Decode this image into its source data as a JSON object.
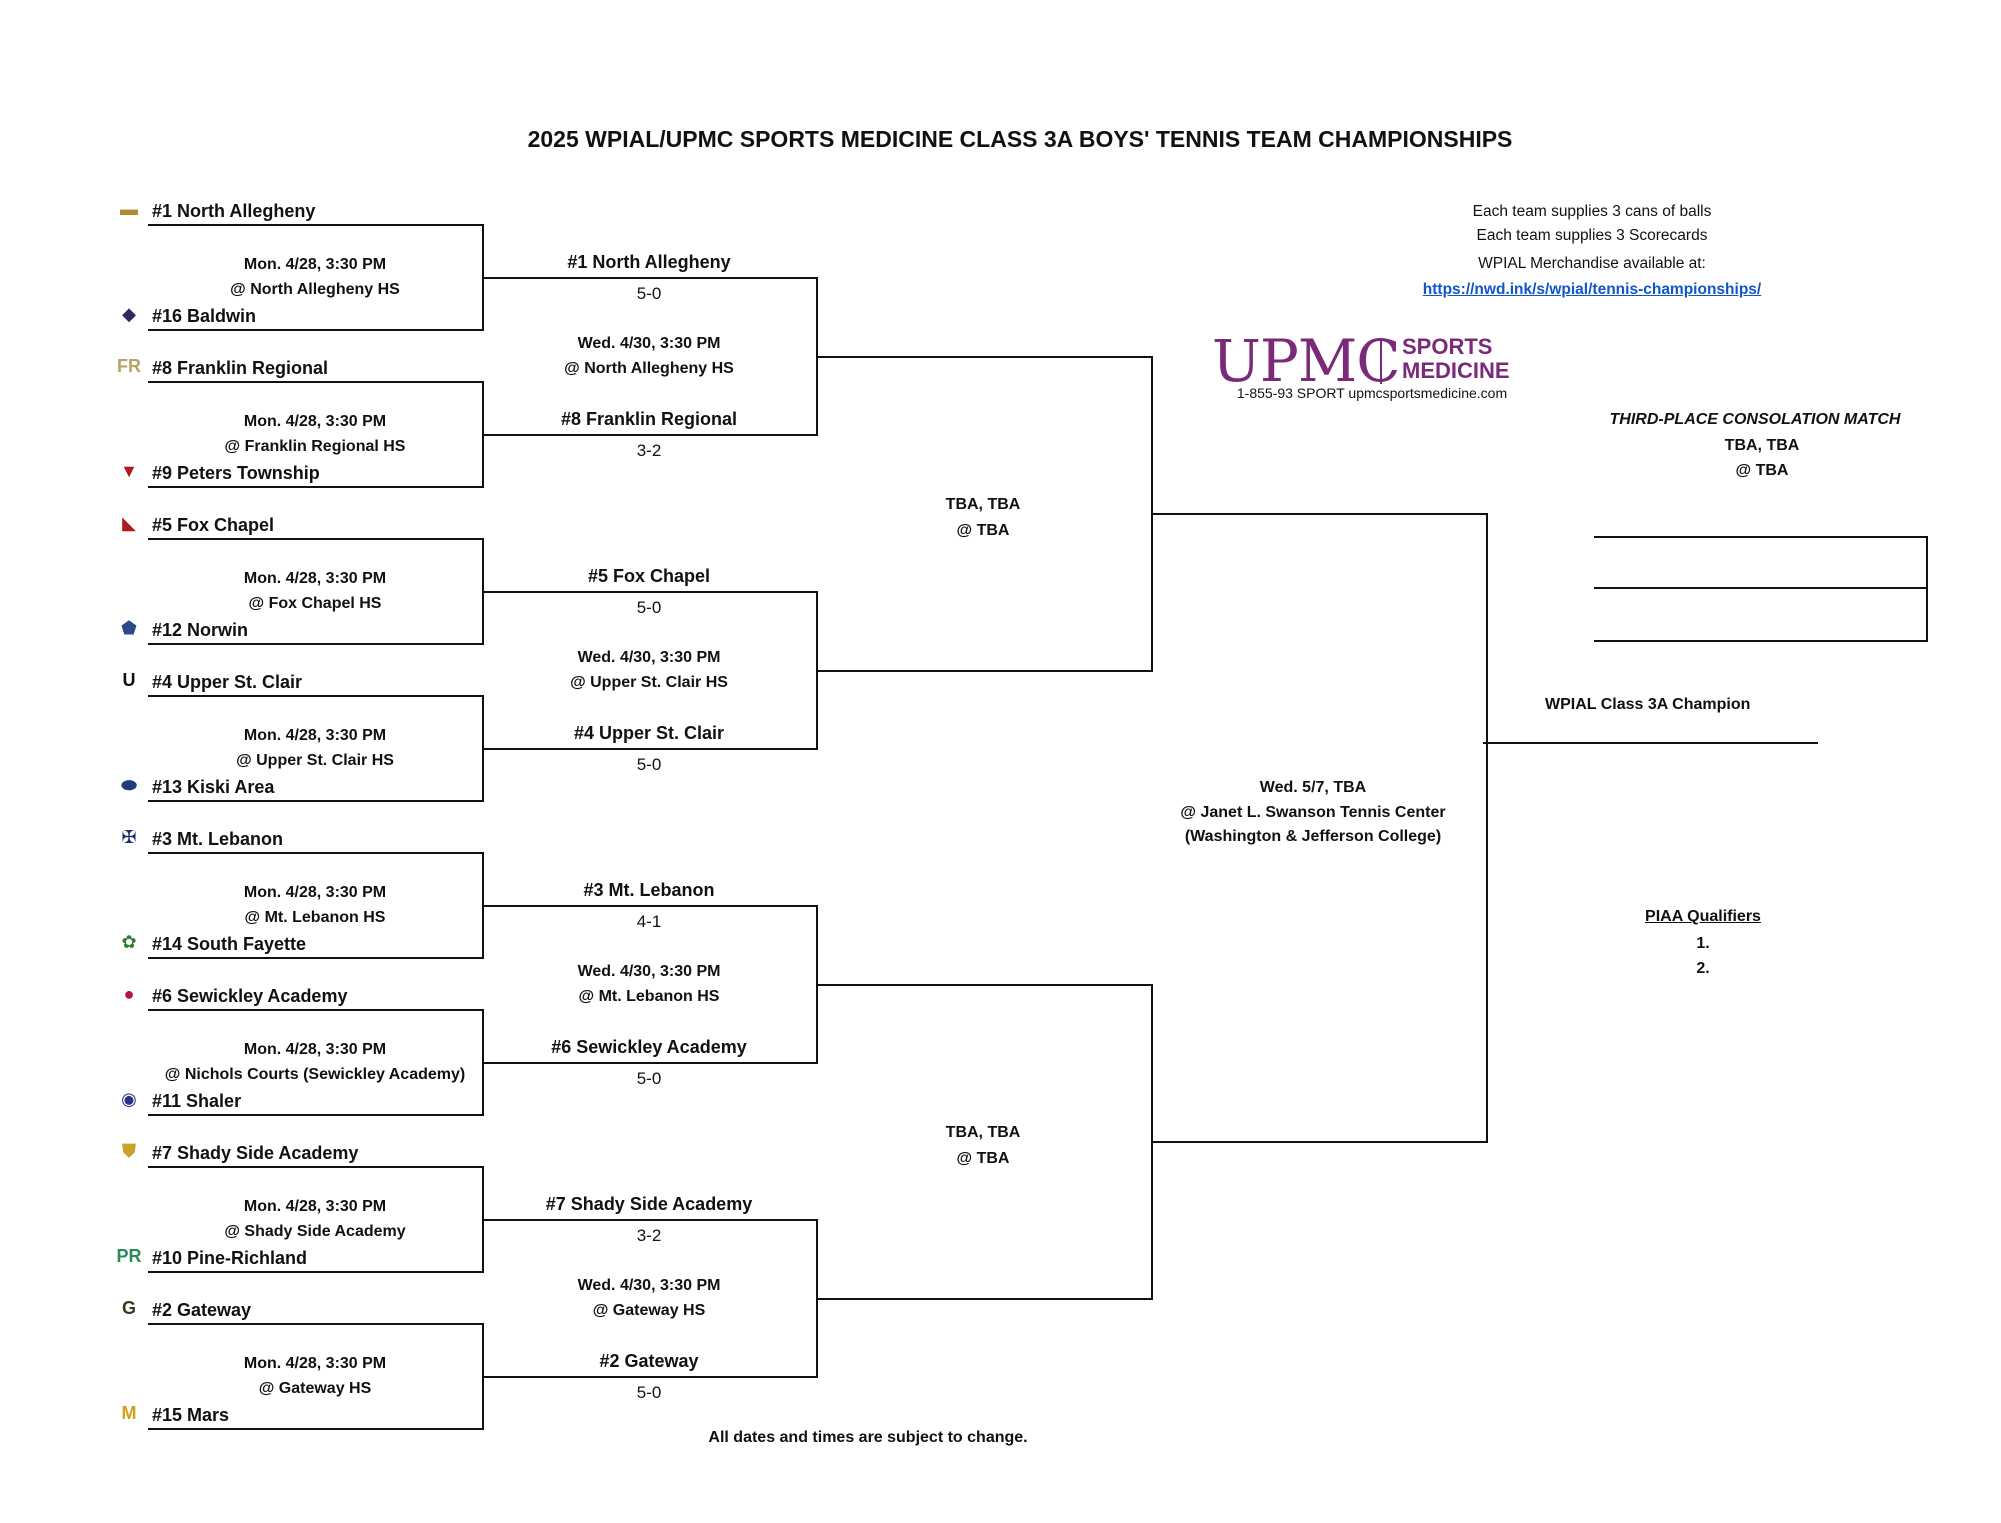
{
  "title": "2025 WPIAL/UPMC SPORTS MEDICINE CLASS 3A BOYS' TENNIS TEAM CHAMPIONSHIPS",
  "info": {
    "line1": "Each team supplies 3 cans of balls",
    "line2": "Each team supplies 3 Scorecards",
    "line3": "WPIAL Merchandise available at:",
    "link": "https://nwd.ink/s/wpial/tennis-championships/"
  },
  "sponsor": {
    "wordmark": "UPMC",
    "word1": "SPORTS",
    "word2": "MEDICINE",
    "contact": "1-855-93 SPORT upmcsportsmedicine.com",
    "color": "#7a2a79"
  },
  "first_round": {
    "teams": [
      "#1 North Allegheny",
      "#16 Baldwin",
      "#8 Franklin Regional",
      "#9 Peters Township",
      "#5 Fox Chapel",
      "#12 Norwin",
      "#4 Upper St. Clair",
      "#13 Kiski Area",
      "#3 Mt. Lebanon",
      "#14 South Fayette",
      "#6 Sewickley Academy",
      "#11 Shaler",
      "#7 Shady Side Academy",
      "#10 Pine-Richland",
      "#2 Gateway",
      "#15 Mars"
    ],
    "logos": [
      "north-allegheny-logo",
      "baldwin-logo",
      "franklin-regional-logo",
      "peters-township-logo",
      "fox-chapel-logo",
      "norwin-logo",
      "upper-st-clair-logo",
      "kiski-area-logo",
      "mt-lebanon-logo",
      "south-fayette-logo",
      "sewickley-academy-logo",
      "shaler-logo",
      "shady-side-academy-logo",
      "pine-richland-logo",
      "gateway-logo",
      "mars-logo"
    ],
    "logo_glyphs": [
      "▬",
      "◆",
      "FR",
      "▼",
      "◣",
      "⬟",
      "U",
      "⬬",
      "✠",
      "✿",
      "●",
      "◉",
      "⛊",
      "PR",
      "G",
      "M"
    ],
    "logo_colors": [
      "#b08a2e",
      "#2b2b5e",
      "#b5a46a",
      "#b0171f",
      "#b0171f",
      "#2a4a8a",
      "#111111",
      "#1f3d7a",
      "#1c2f6b",
      "#2e7d32",
      "#b0173a",
      "#2b2f8a",
      "#c9a227",
      "#2e8b57",
      "#3a3a1a",
      "#d4a017"
    ],
    "games": [
      {
        "date": "Mon. 4/28, 3:30 PM",
        "site": "@ North Allegheny HS"
      },
      {
        "date": "Mon. 4/28, 3:30 PM",
        "site": "@ Franklin Regional HS"
      },
      {
        "date": "Mon. 4/28, 3:30 PM",
        "site": "@ Fox Chapel HS"
      },
      {
        "date": "Mon. 4/28, 3:30 PM",
        "site": "@ Upper St. Clair HS"
      },
      {
        "date": "Mon. 4/28, 3:30 PM",
        "site": "@ Mt. Lebanon HS"
      },
      {
        "date": "Mon. 4/28, 3:30 PM",
        "site": "@ Nichols Courts (Sewickley Academy)"
      },
      {
        "date": "Mon. 4/28, 3:30 PM",
        "site": "@ Shady Side Academy"
      },
      {
        "date": "Mon. 4/28, 3:30 PM",
        "site": "@ Gateway HS"
      }
    ]
  },
  "quarterfinals": {
    "winners": [
      "#1 North Allegheny",
      "#8 Franklin Regional",
      "#5 Fox Chapel",
      "#4 Upper St. Clair",
      "#3 Mt. Lebanon",
      "#6 Sewickley Academy",
      "#7 Shady Side Academy",
      "#2 Gateway"
    ],
    "scores": [
      "5-0",
      "3-2",
      "5-0",
      "5-0",
      "4-1",
      "5-0",
      "3-2",
      "5-0"
    ],
    "games": [
      {
        "date": "Wed. 4/30, 3:30 PM",
        "site": "@ North Allegheny HS"
      },
      {
        "date": "Wed. 4/30, 3:30 PM",
        "site": "@ Upper St. Clair HS"
      },
      {
        "date": "Wed. 4/30, 3:30 PM",
        "site": "@ Mt. Lebanon HS"
      },
      {
        "date": "Wed. 4/30, 3:30 PM",
        "site": "@ Gateway HS"
      }
    ]
  },
  "semifinals": {
    "games": [
      {
        "date": "TBA, TBA",
        "site": "@ TBA"
      },
      {
        "date": "TBA, TBA",
        "site": "@ TBA"
      }
    ]
  },
  "final": {
    "date": "Wed. 5/7, TBA",
    "site": "@ Janet L. Swanson Tennis Center",
    "venue": "(Washington & Jefferson College)",
    "champion_label": "WPIAL Class 3A Champion"
  },
  "consolation": {
    "heading": "THIRD-PLACE CONSOLATION MATCH",
    "date": "TBA, TBA",
    "site": "@ TBA"
  },
  "qualifiers": {
    "heading": "PIAA Qualifiers",
    "items": [
      "1.",
      "2."
    ]
  },
  "footer": "All dates and times are subject to change."
}
